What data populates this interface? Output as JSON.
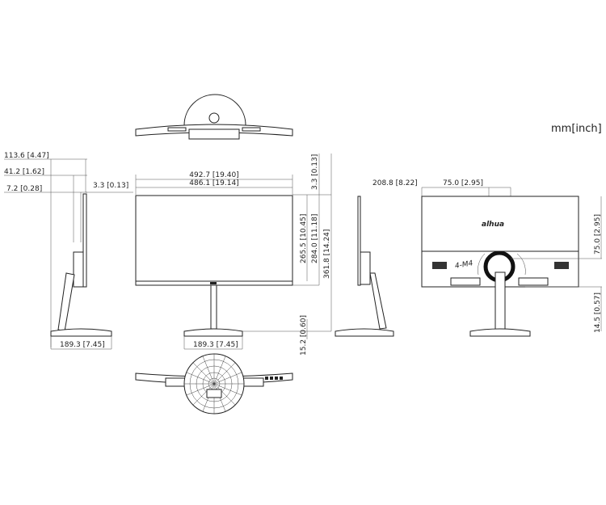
{
  "units_label": "mm[inch]",
  "side_view_left": {
    "depth_total": "113.6 [4.47]",
    "depth_stand": "41.2 [1.62]",
    "depth_panel": "7.2 [0.28]",
    "bezel_offset": "3.3 [0.13]",
    "base_width": "189.3 [7.45]"
  },
  "front_view": {
    "width_outer": "492.7  [19.40]",
    "width_screen": "486.1 [19.14]",
    "top_bezel": "3.3 [0.13]",
    "screen_height": "265.5 [10.45]",
    "panel_height": "284.0 [11.18]",
    "total_height": "361.8 [14.24]",
    "base_thickness": "15.2 [0.60]",
    "base_width": "189.3 [7.45]"
  },
  "rear_view": {
    "vesa_offset": "208.8 [8.22]",
    "vesa_horizontal": "75.0 [2.95]",
    "vesa_vertical": "75.0 [2.95]",
    "bottom_offset": "14.5 [0.57]",
    "screw_label": "4-M4",
    "brand_logo": "alhua"
  }
}
